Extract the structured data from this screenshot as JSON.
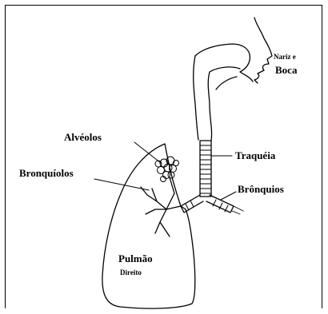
{
  "labels": {
    "nose_mouth_line1": "Nariz e",
    "nose_mouth_line2": "Boca",
    "alveoli": "Alvéolos",
    "bronchioles": "Bronquíolos",
    "trachea": "Traquéia",
    "bronchi": "Brônquios",
    "lung_line1": "Pulmão",
    "lung_line2": "Direito"
  }
}
